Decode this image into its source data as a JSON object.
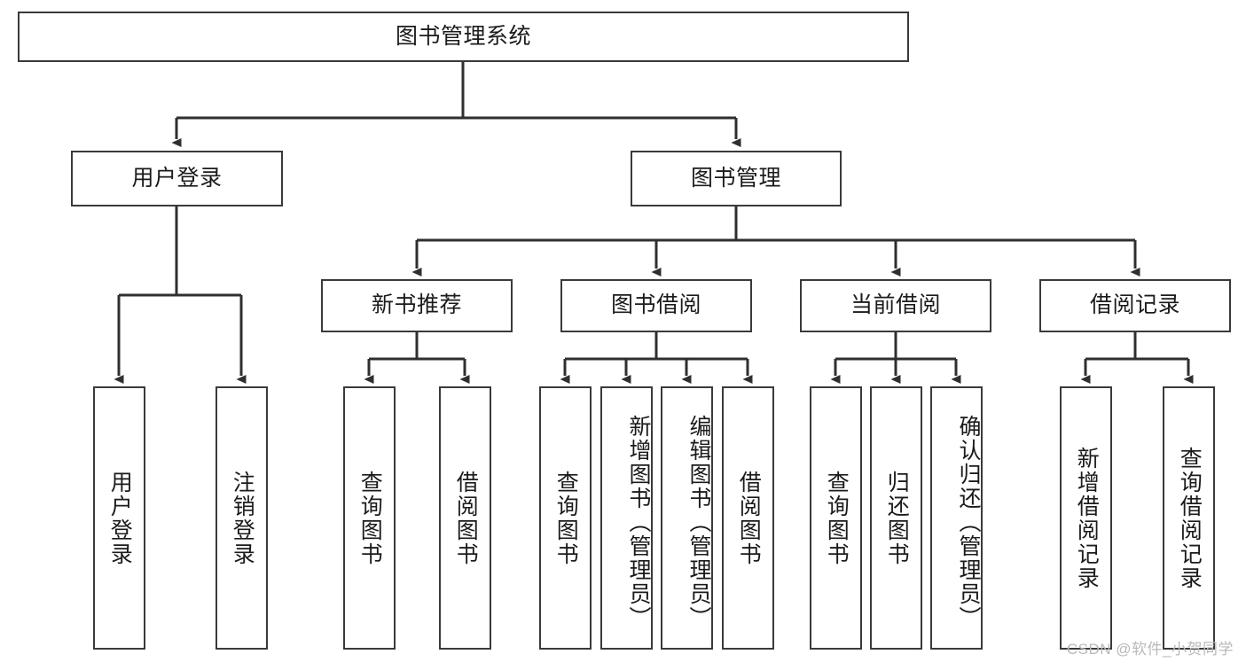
{
  "diagram": {
    "type": "hierarchy-tree",
    "title": "图书管理系统",
    "watermark": "CSDN @软件_小贺同学",
    "colors": {
      "box_border": "#3a3a3a",
      "box_fill": "#ffffff",
      "edge": "#2f2f2f",
      "text": "#1b1b1b",
      "watermark": "#b9b9b9"
    },
    "levels": {
      "root": {
        "label": "图书管理系统"
      },
      "level2": [
        {
          "id": "user-login",
          "label": "用户登录"
        },
        {
          "id": "book-manage",
          "label": "图书管理"
        }
      ],
      "level3": [
        {
          "id": "new-book-rec",
          "label": "新书推荐"
        },
        {
          "id": "book-borrow",
          "label": "图书借阅"
        },
        {
          "id": "current-borrow",
          "label": "当前借阅"
        },
        {
          "id": "borrow-record",
          "label": "借阅记录"
        }
      ],
      "leaves": {
        "user-login": [
          {
            "id": "leaf-user-login",
            "label": "用户登录"
          },
          {
            "id": "leaf-logout",
            "label": "注销登录"
          }
        ],
        "new-book-rec": [
          {
            "id": "leaf-query-book-1",
            "label": "查询图书"
          },
          {
            "id": "leaf-borrow-book-1",
            "label": "借阅图书"
          }
        ],
        "book-borrow": [
          {
            "id": "leaf-query-book-2",
            "label": "查询图书"
          },
          {
            "id": "leaf-add-book",
            "label": "新增图书（管理员）"
          },
          {
            "id": "leaf-edit-book",
            "label": "编辑图书（管理员）"
          },
          {
            "id": "leaf-borrow-book-2",
            "label": "借阅图书"
          }
        ],
        "current-borrow": [
          {
            "id": "leaf-query-book-3",
            "label": "查询图书"
          },
          {
            "id": "leaf-return-book",
            "label": "归还图书"
          },
          {
            "id": "leaf-confirm-return",
            "label": "确认归还（管理员）"
          }
        ],
        "borrow-record": [
          {
            "id": "leaf-add-record",
            "label": "新增借阅记录"
          },
          {
            "id": "leaf-query-record",
            "label": "查询借阅记录"
          }
        ]
      }
    }
  }
}
